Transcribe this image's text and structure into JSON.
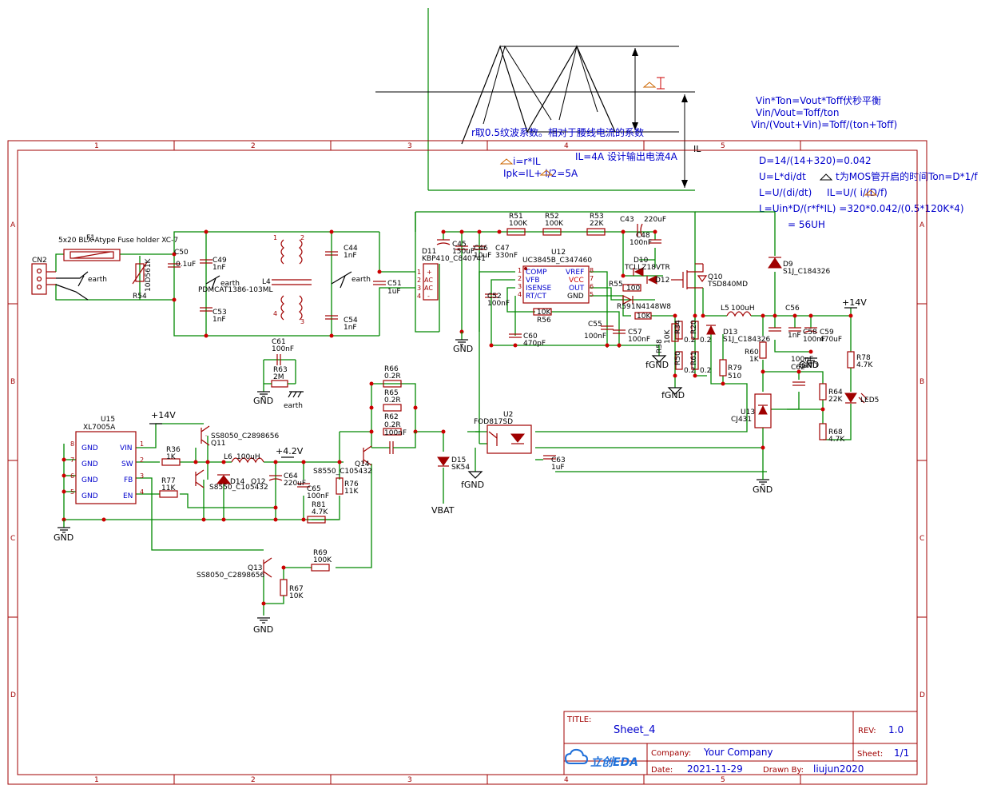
{
  "title_block": {
    "title_label": "TITLE:",
    "title": "Sheet_4",
    "rev_label": "REV:",
    "rev": "1.0",
    "company_label": "Company:",
    "company": "Your Company",
    "sheet_label": "Sheet:",
    "sheet": "1/1",
    "date_label": "Date:",
    "date": "2021-11-29",
    "drawn_label": "Drawn By:",
    "drawn_by": "liujun2020",
    "logo": "立创EDA"
  },
  "frame": {
    "cols": [
      "1",
      "2",
      "3",
      "4",
      "5"
    ],
    "rows": [
      "A",
      "B",
      "C",
      "D"
    ]
  },
  "notes": {
    "ripple_note": "r取0.5纹波系数。相对于腰线电流的系数",
    "il_note": "IL=4A 设计输出电流4A",
    "delta_i": "i=r*IL",
    "ipk": "Ipk=IL+  i/2=5A",
    "il_axis": "IL",
    "volt_sec_1": "Vin*Ton=Vout*Toff伏秒平衡",
    "volt_sec_2": "Vin/Vout=Toff/ton",
    "volt_sec_3": "Vin/(Vout+Vin)=Toff/(ton+Toff)",
    "duty": "D=14/(14+320)=0.042",
    "u_eq": "U=L*di/dt",
    "t_note": "t为MOS管开启的时间Ton=D*1/f",
    "l_eq": "L=U/(di/dt)",
    "il_eq": "IL=U/(  i/(D/f)",
    "l_calc": "L=Uin*D/(r*f*IL)    =320*0.042/(0.5*120K*4)",
    "l_result": "= 56UH"
  },
  "labels": [
    {
      "id": "cn2",
      "text": "CN2"
    },
    {
      "id": "f1",
      "text": "F1"
    },
    {
      "id": "fuse",
      "text": "5x20 BLX-Atype Fuse holder XC-7"
    },
    {
      "id": "earth1",
      "text": "earth"
    },
    {
      "id": "c50",
      "text": "C50"
    },
    {
      "id": "c50v",
      "text": "0.1uF"
    },
    {
      "id": "r54",
      "text": "R54"
    },
    {
      "id": "r54v",
      "text": "10D561K"
    },
    {
      "id": "c49",
      "text": "C49"
    },
    {
      "id": "c49v",
      "text": "1nF"
    },
    {
      "id": "earth2",
      "text": "earth"
    },
    {
      "id": "c53",
      "text": "C53"
    },
    {
      "id": "c53v",
      "text": "1nF"
    },
    {
      "id": "l4",
      "text": "L4"
    },
    {
      "id": "l4v",
      "text": "PDMCAT1386-103ML"
    },
    {
      "id": "c44",
      "text": "C44"
    },
    {
      "id": "c44v",
      "text": "1nF"
    },
    {
      "id": "earth3",
      "text": "earth"
    },
    {
      "id": "c54",
      "text": "C54"
    },
    {
      "id": "c54v",
      "text": "1nF"
    },
    {
      "id": "c51",
      "text": "C51"
    },
    {
      "id": "c51v",
      "text": "1uF"
    },
    {
      "id": "c61",
      "text": "C61"
    },
    {
      "id": "c61v",
      "text": "100nF"
    },
    {
      "id": "r63",
      "text": "R63"
    },
    {
      "id": "r63v",
      "text": "2M"
    },
    {
      "id": "gnd_a",
      "text": "GND"
    },
    {
      "id": "earth4",
      "text": "earth"
    },
    {
      "id": "d11",
      "text": "D11"
    },
    {
      "id": "d11v",
      "text": "KBP410_C840741"
    },
    {
      "id": "c45",
      "text": "C45"
    },
    {
      "id": "c45v",
      "text": "150uF"
    },
    {
      "id": "c46",
      "text": "C46"
    },
    {
      "id": "c46v",
      "text": "10uF"
    },
    {
      "id": "c47",
      "text": "C47"
    },
    {
      "id": "c47v",
      "text": "330nF"
    },
    {
      "id": "r51",
      "text": "R51"
    },
    {
      "id": "r51v",
      "text": "100K"
    },
    {
      "id": "r52",
      "text": "R52"
    },
    {
      "id": "r52v",
      "text": "100K"
    },
    {
      "id": "r53",
      "text": "R53"
    },
    {
      "id": "r53v",
      "text": "22K"
    },
    {
      "id": "c43",
      "text": "C43"
    },
    {
      "id": "c43v",
      "text": "220uF"
    },
    {
      "id": "c48",
      "text": "C48"
    },
    {
      "id": "c48v",
      "text": "100nF"
    },
    {
      "id": "u12",
      "text": "U12"
    },
    {
      "id": "u12v",
      "text": "UC3845B_C347460"
    },
    {
      "id": "comp",
      "text": "COMP"
    },
    {
      "id": "vfb",
      "text": "VFB"
    },
    {
      "id": "isense",
      "text": "ISENSE"
    },
    {
      "id": "rtct",
      "text": "RT/CT"
    },
    {
      "id": "vref",
      "text": "VREF"
    },
    {
      "id": "vcc",
      "text": "VCC"
    },
    {
      "id": "out",
      "text": "OUT"
    },
    {
      "id": "gnd_ic",
      "text": "GND"
    },
    {
      "id": "d10",
      "text": "D10"
    },
    {
      "id": "d10v",
      "text": "TCLLZ18VTR"
    },
    {
      "id": "q10",
      "text": "Q10"
    },
    {
      "id": "q10v",
      "text": "TSD840MD"
    },
    {
      "id": "d12",
      "text": "D12"
    },
    {
      "id": "r55",
      "text": "R55"
    },
    {
      "id": "r55v",
      "text": "100"
    },
    {
      "id": "r59",
      "text": "R59"
    },
    {
      "id": "r59v",
      "text": "1N4148W8"
    },
    {
      "id": "r56",
      "text": "R56"
    },
    {
      "id": "r56v",
      "text": "10K"
    },
    {
      "id": "r57v",
      "text": "10K"
    },
    {
      "id": "c52",
      "text": "C52"
    },
    {
      "id": "c52v",
      "text": "100nF"
    },
    {
      "id": "c60",
      "text": "C60"
    },
    {
      "id": "c60v",
      "text": "470pF"
    },
    {
      "id": "c55",
      "text": "C55"
    },
    {
      "id": "c55v",
      "text": "100nF"
    },
    {
      "id": "c57",
      "text": "C57"
    },
    {
      "id": "c57v",
      "text": "100nF"
    },
    {
      "id": "gnd_b",
      "text": "GND"
    },
    {
      "id": "fgnd1",
      "text": "fGND"
    },
    {
      "id": "fgnd2",
      "text": "fGND"
    },
    {
      "id": "fgnd3",
      "text": "fGND"
    },
    {
      "id": "r58",
      "text": "R58"
    },
    {
      "id": "r58v",
      "text": "10K"
    },
    {
      "id": "r34",
      "text": "R34"
    },
    {
      "id": "r34v",
      "text": "0.2"
    },
    {
      "id": "r20",
      "text": "R20"
    },
    {
      "id": "r20v",
      "text": "0.2"
    },
    {
      "id": "r50",
      "text": "R50"
    },
    {
      "id": "r50v",
      "text": "0.2"
    },
    {
      "id": "r61",
      "text": "R61"
    },
    {
      "id": "r61v",
      "text": "0.2"
    },
    {
      "id": "d9",
      "text": "D9"
    },
    {
      "id": "d9v",
      "text": "S1J_C184326"
    },
    {
      "id": "l5",
      "text": "L5"
    },
    {
      "id": "l5v",
      "text": "100uH"
    },
    {
      "id": "c56",
      "text": "C56"
    },
    {
      "id": "c56v",
      "text": "1nF"
    },
    {
      "id": "c58",
      "text": "C58"
    },
    {
      "id": "c58v",
      "text": "100nF"
    },
    {
      "id": "c59",
      "text": "C59"
    },
    {
      "id": "c59v",
      "text": "470uF"
    },
    {
      "id": "v14a",
      "text": "+14V"
    },
    {
      "id": "d13",
      "text": "D13"
    },
    {
      "id": "d13v",
      "text": "S1J_C184326"
    },
    {
      "id": "r60",
      "text": "R60"
    },
    {
      "id": "r60v",
      "text": "1K"
    },
    {
      "id": "c62",
      "text": "C62"
    },
    {
      "id": "c62v",
      "text": "100nF"
    },
    {
      "id": "gnd_c",
      "text": "GND"
    },
    {
      "id": "r78",
      "text": "R78"
    },
    {
      "id": "r78v",
      "text": "4.7K"
    },
    {
      "id": "r79",
      "text": "R79"
    },
    {
      "id": "r79v",
      "text": "510"
    },
    {
      "id": "u13",
      "text": "U13"
    },
    {
      "id": "u13v",
      "text": "CJ431"
    },
    {
      "id": "r64",
      "text": "R64"
    },
    {
      "id": "r64v",
      "text": "22K"
    },
    {
      "id": "led5",
      "text": "LED5"
    },
    {
      "id": "r68",
      "text": "R68"
    },
    {
      "id": "r68v",
      "text": "4.7K"
    },
    {
      "id": "gnd_d",
      "text": "GND"
    },
    {
      "id": "u2",
      "text": "U2"
    },
    {
      "id": "u2v",
      "text": "FOD817SD"
    },
    {
      "id": "c63",
      "text": "C63"
    },
    {
      "id": "c63v",
      "text": "1uF"
    },
    {
      "id": "fgnd4",
      "text": "fGND"
    },
    {
      "id": "u15",
      "text": "U15"
    },
    {
      "id": "u15v",
      "text": "XL7005A"
    },
    {
      "id": "vin",
      "text": "VIN"
    },
    {
      "id": "sw",
      "text": "SW"
    },
    {
      "id": "fb",
      "text": "FB"
    },
    {
      "id": "en",
      "text": "EN"
    },
    {
      "id": "gnd8",
      "text": "GND"
    },
    {
      "id": "gnd7",
      "text": "GND"
    },
    {
      "id": "gnd6",
      "text": "GND"
    },
    {
      "id": "gnd5",
      "text": "GND"
    },
    {
      "id": "gnd_e",
      "text": "GND"
    },
    {
      "id": "v14b",
      "text": "+14V"
    },
    {
      "id": "r36",
      "text": "R36"
    },
    {
      "id": "r36v",
      "text": "1K"
    },
    {
      "id": "r77",
      "text": "R77"
    },
    {
      "id": "r77v",
      "text": "11K"
    },
    {
      "id": "q11",
      "text": "SS8050_C2898656"
    },
    {
      "id": "q11n",
      "text": "Q11"
    },
    {
      "id": "q11b",
      "text": "S8550_C105432"
    },
    {
      "id": "d14",
      "text": "D14"
    },
    {
      "id": "l6",
      "text": "L6"
    },
    {
      "id": "l6v",
      "text": "100uH"
    },
    {
      "id": "q12",
      "text": "Q12"
    },
    {
      "id": "v42",
      "text": "+4.2V"
    },
    {
      "id": "c64",
      "text": "C64"
    },
    {
      "id": "c64v",
      "text": "220uF"
    },
    {
      "id": "c65",
      "text": "C65"
    },
    {
      "id": "c65v",
      "text": "100nF"
    },
    {
      "id": "r81",
      "text": "R81"
    },
    {
      "id": "r81v",
      "text": "4.7K"
    },
    {
      "id": "q14",
      "text": "Q14"
    },
    {
      "id": "q14v",
      "text": "S8550_C105432"
    },
    {
      "id": "r76",
      "text": "R76"
    },
    {
      "id": "r76v",
      "text": "11K"
    },
    {
      "id": "r66",
      "text": "R66"
    },
    {
      "id": "r66v",
      "text": "0.2R"
    },
    {
      "id": "r65",
      "text": "R65"
    },
    {
      "id": "r65v",
      "text": "0.2R"
    },
    {
      "id": "r62",
      "text": "R62"
    },
    {
      "id": "r62v",
      "text": "0.2R"
    },
    {
      "id": "c66v",
      "text": "100nF"
    },
    {
      "id": "d15",
      "text": "D15"
    },
    {
      "id": "d15v",
      "text": "SK54"
    },
    {
      "id": "vbat",
      "text": "VBAT"
    },
    {
      "id": "q13",
      "text": "Q13"
    },
    {
      "id": "q13v",
      "text": "SS8050_C2898656"
    },
    {
      "id": "r69",
      "text": "R69"
    },
    {
      "id": "r69v",
      "text": "100K"
    },
    {
      "id": "r67",
      "text": "R67"
    },
    {
      "id": "r67v",
      "text": "10K"
    },
    {
      "id": "gnd_f",
      "text": "GND"
    }
  ]
}
